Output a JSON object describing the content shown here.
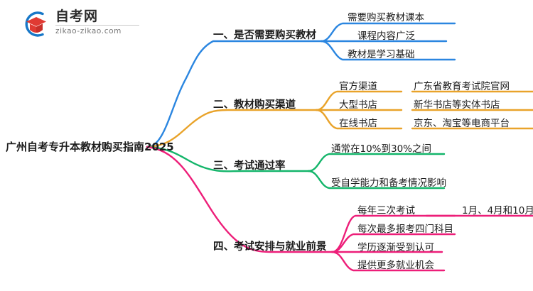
{
  "logo": {
    "name": "zikao-logo",
    "title": "自考网",
    "domain": "zikao-zikao.com",
    "mark_colors": {
      "arc": "#1878c8",
      "cap": "#e03a33",
      "cap_dark": "#b62a28"
    }
  },
  "mindmap": {
    "root": {
      "label": "广州自考专升本教材购买指南2025"
    },
    "branch_colors": {
      "blue": "#2b86e0",
      "orange": "#e9a32a",
      "green": "#13b56a",
      "pink": "#ed1e79"
    },
    "branches": [
      {
        "label": "一、是否需要购买教材",
        "color": "#2b86e0",
        "children": [
          {
            "label": "需要购买教材课本",
            "children": []
          },
          {
            "label": "课程内容广泛",
            "children": []
          },
          {
            "label": "教材是学习基础",
            "children": []
          }
        ]
      },
      {
        "label": "二、教材购买渠道",
        "color": "#e9a32a",
        "children": [
          {
            "label": "官方渠道",
            "children": [
              {
                "label": "广东省教育考试院官网"
              }
            ]
          },
          {
            "label": "大型书店",
            "children": [
              {
                "label": "新华书店等实体书店"
              }
            ]
          },
          {
            "label": "在线书店",
            "children": [
              {
                "label": "京东、淘宝等电商平台"
              }
            ]
          }
        ]
      },
      {
        "label": "三、考试通过率",
        "color": "#13b56a",
        "children": [
          {
            "label": "通常在10%到30%之间",
            "children": []
          },
          {
            "label": "受自学能力和备考情况影响",
            "children": []
          }
        ]
      },
      {
        "label": "四、考试安排与就业前景",
        "color": "#ed1e79",
        "children": [
          {
            "label": "每年三次考试",
            "children": [
              {
                "label": "1月、4月和10月"
              }
            ]
          },
          {
            "label": "每次最多报考四门科目",
            "children": []
          },
          {
            "label": "学历逐渐受到认可",
            "children": []
          },
          {
            "label": "提供更多就业机会",
            "children": []
          }
        ]
      }
    ]
  }
}
